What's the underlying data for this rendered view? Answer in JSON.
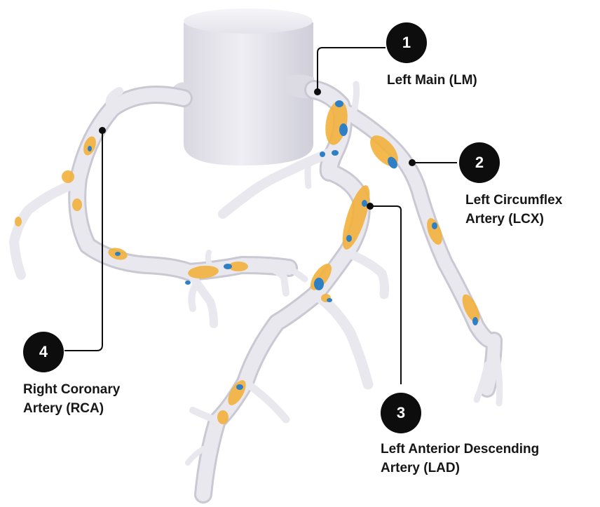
{
  "callouts": [
    {
      "number": "1",
      "line1": "Left Main (LM)",
      "line2": ""
    },
    {
      "number": "2",
      "line1": "Left Circumflex",
      "line2": "Artery (LCX)"
    },
    {
      "number": "3",
      "line1": "Left Anterior Descending",
      "line2": "Artery (LAD)"
    },
    {
      "number": "4",
      "line1": "Right Coronary",
      "line2": "Artery (RCA)"
    }
  ],
  "colors": {
    "vessel": "#e9e8ef",
    "vessel_shade": "#c9c8d3",
    "plaque_orange": "#f2b13c",
    "plaque_blue": "#2f7fc4",
    "badge": "#0d0d0d",
    "label_text": "#161616"
  }
}
